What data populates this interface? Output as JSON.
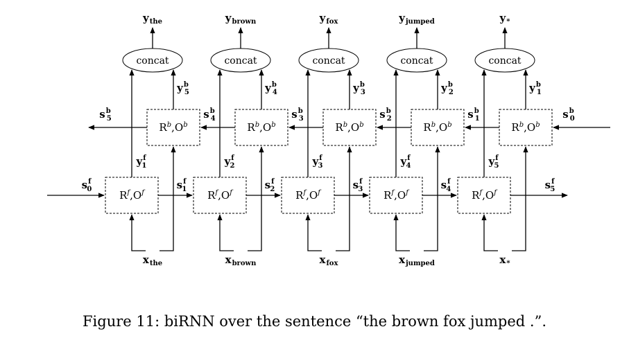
{
  "caption": "Figure 11: biRNN over the sentence “the brown fox jumped .”.",
  "concat_label": "concat",
  "forward_cell": {
    "base1": "R",
    "sup1": "f",
    "sep": ",",
    "base2": "O",
    "sup2": "f"
  },
  "backward_cell": {
    "base1": "R",
    "sup1": "b",
    "sep": ",",
    "base2": "O",
    "sup2": "b"
  },
  "inputs": [
    {
      "base": "x",
      "sub": "the"
    },
    {
      "base": "x",
      "sub": "brown"
    },
    {
      "base": "x",
      "sub": "fox"
    },
    {
      "base": "x",
      "sub": "jumped"
    },
    {
      "base": "x",
      "sub": "*"
    }
  ],
  "outputs": [
    {
      "base": "y",
      "sub": "the"
    },
    {
      "base": "y",
      "sub": "brown"
    },
    {
      "base": "y",
      "sub": "fox"
    },
    {
      "base": "y",
      "sub": "jumped"
    },
    {
      "base": "y",
      "sub": "*"
    }
  ],
  "forward_outputs": [
    {
      "base": "y",
      "sup": "f",
      "sub": "1"
    },
    {
      "base": "y",
      "sup": "f",
      "sub": "2"
    },
    {
      "base": "y",
      "sup": "f",
      "sub": "3"
    },
    {
      "base": "y",
      "sup": "f",
      "sub": "4"
    },
    {
      "base": "y",
      "sup": "f",
      "sub": "5"
    }
  ],
  "backward_outputs": [
    {
      "base": "y",
      "sup": "b",
      "sub": "5"
    },
    {
      "base": "y",
      "sup": "b",
      "sub": "4"
    },
    {
      "base": "y",
      "sup": "b",
      "sub": "3"
    },
    {
      "base": "y",
      "sup": "b",
      "sub": "2"
    },
    {
      "base": "y",
      "sup": "b",
      "sub": "1"
    }
  ],
  "forward_states": [
    {
      "base": "s",
      "sup": "f",
      "sub": "0"
    },
    {
      "base": "s",
      "sup": "f",
      "sub": "1"
    },
    {
      "base": "s",
      "sup": "f",
      "sub": "2"
    },
    {
      "base": "s",
      "sup": "f",
      "sub": "3"
    },
    {
      "base": "s",
      "sup": "f",
      "sub": "4"
    },
    {
      "base": "s",
      "sup": "f",
      "sub": "5"
    }
  ],
  "backward_states": [
    {
      "base": "s",
      "sup": "b",
      "sub": "5"
    },
    {
      "base": "s",
      "sup": "b",
      "sub": "4"
    },
    {
      "base": "s",
      "sup": "b",
      "sub": "3"
    },
    {
      "base": "s",
      "sup": "b",
      "sub": "2"
    },
    {
      "base": "s",
      "sup": "b",
      "sub": "1"
    },
    {
      "base": "s",
      "sup": "b",
      "sub": "0"
    }
  ]
}
